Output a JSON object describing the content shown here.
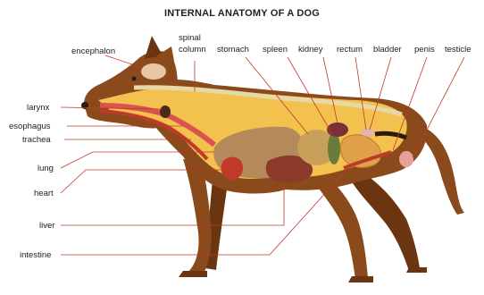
{
  "title": "INTERNAL ANATOMY OF A DOG",
  "labels": {
    "encephalon": "encephalon",
    "spinal_column_1": "spinal",
    "spinal_column_2": "column",
    "stomach": "stomach",
    "spleen": "spleen",
    "kidney": "kidney",
    "rectum": "rectum",
    "bladder": "bladder",
    "penis": "penis",
    "testicle": "testicle",
    "larynx": "larynx",
    "esophagus": "esophagus",
    "trachea": "trachea",
    "lung": "lung",
    "heart": "heart",
    "liver": "liver",
    "intestine": "intestine"
  },
  "colors": {
    "fur": "#8a4a1c",
    "fur_dark": "#6b3512",
    "body_cavity": "#f2c14e",
    "leader_line": "#c0392b",
    "esophagus": "#d9534f",
    "lung": "#b58a5a",
    "liver": "#8c3b2a",
    "intestine": "#e0a04a"
  }
}
